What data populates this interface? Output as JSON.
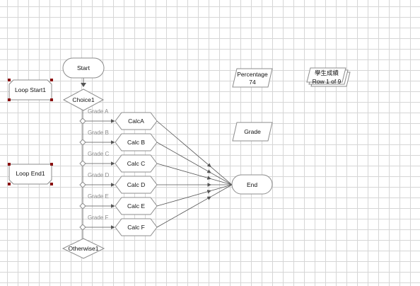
{
  "nodes": {
    "start": "Start",
    "choice": "Choice1",
    "otherwise": "Otherwise1",
    "end": "End",
    "loop_start": "Loop Start1",
    "loop_end": "Loop End1",
    "percentage": "Percentage",
    "percentage_value": "74",
    "grade": "Grade",
    "data_title": "學生成績",
    "data_rows": "Row 1 of 9"
  },
  "branches": [
    {
      "label": "Grade A",
      "calc": "CalcA"
    },
    {
      "label": "Grade B",
      "calc": "Calc B"
    },
    {
      "label": "Grade C",
      "calc": "Calc C"
    },
    {
      "label": "Grade D",
      "calc": "Calc D"
    },
    {
      "label": "Grade E",
      "calc": "Calc E"
    },
    {
      "label": "Grade F",
      "calc": "Calc F"
    }
  ],
  "colors": {
    "shape_stroke": "#8c8c8c",
    "connector": "#555555",
    "selection_handle": "#8b1212",
    "grid": "#d6d6d6"
  }
}
